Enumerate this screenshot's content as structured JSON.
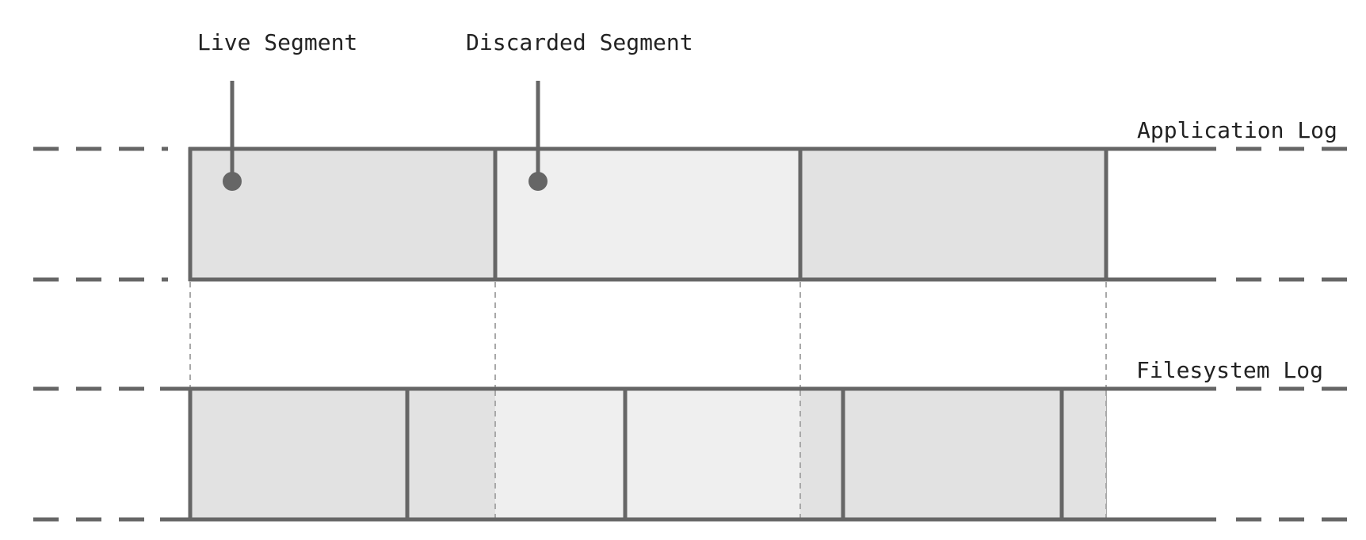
{
  "callouts": {
    "live_segment": "Live Segment",
    "discarded_segment": "Discarded Segment"
  },
  "logs": {
    "application_log": "Application Log",
    "filesystem_log": "Filesystem Log"
  },
  "colors": {
    "line": "#666666",
    "live_fill": "#e2e2e2",
    "discarded_fill": "#efefef",
    "guide": "#a8a8a8"
  }
}
